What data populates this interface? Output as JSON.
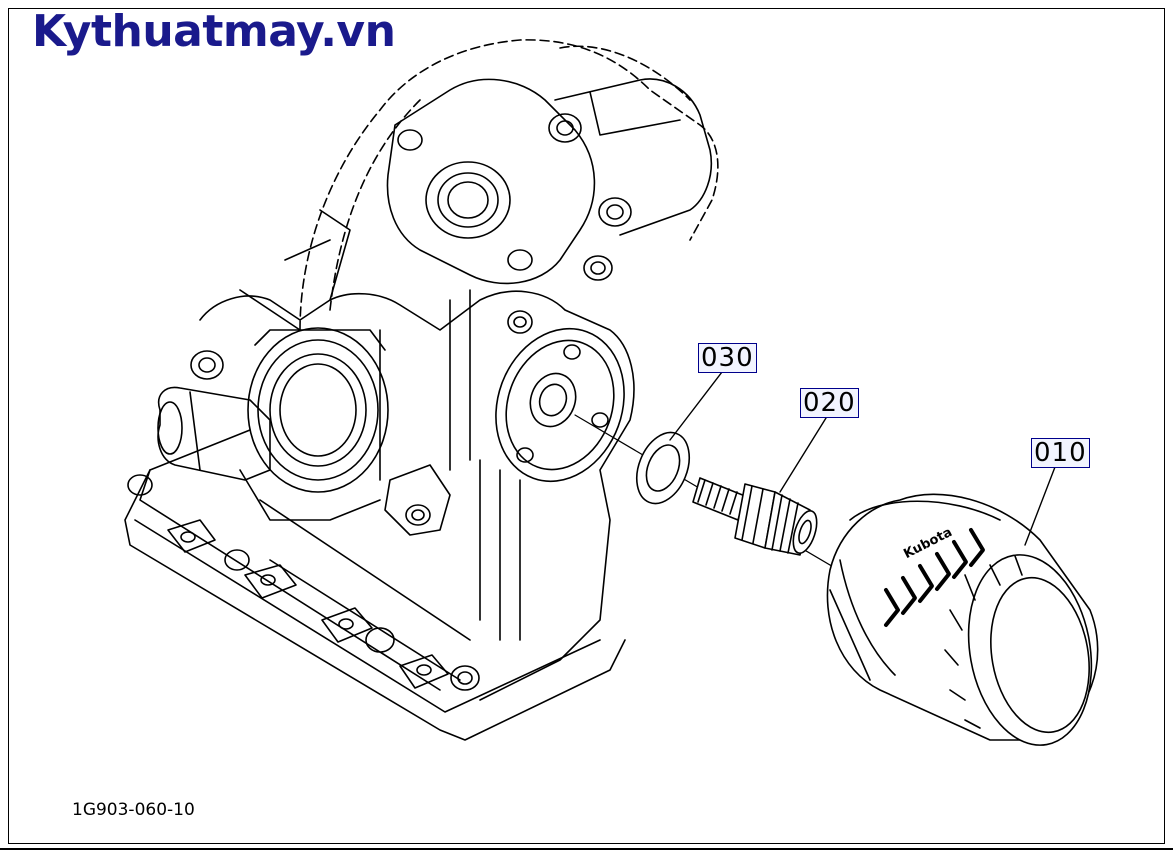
{
  "brand": {
    "text": "Kythuatmay.vn",
    "color": "#1a1a8c"
  },
  "callouts": {
    "c030": "030",
    "c020": "020",
    "c010": "010"
  },
  "filter_brand": "Kubota",
  "diagram_code": "1G903-060-10",
  "colors": {
    "line": "#000000",
    "callout_border": "#00008b",
    "callout_fill": "#f2f4ff"
  }
}
